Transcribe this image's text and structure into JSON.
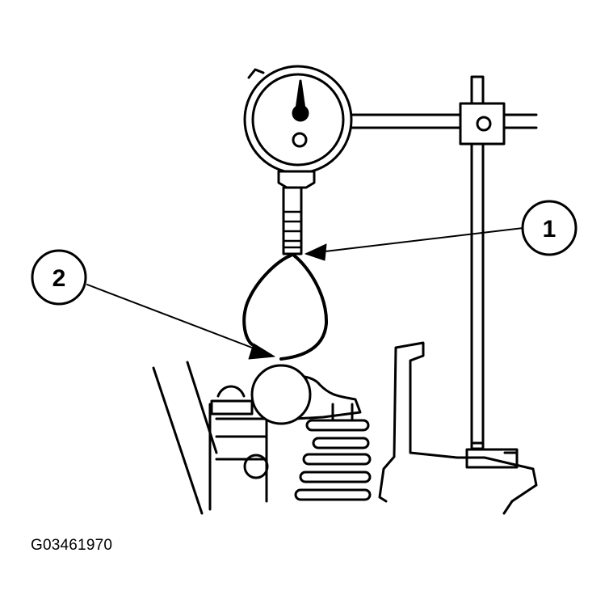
{
  "figure": {
    "id_label": "G03461970",
    "callouts": [
      {
        "number": "1"
      },
      {
        "number": "2"
      }
    ],
    "colors": {
      "line": "#000000",
      "fill": "#ffffff"
    }
  }
}
